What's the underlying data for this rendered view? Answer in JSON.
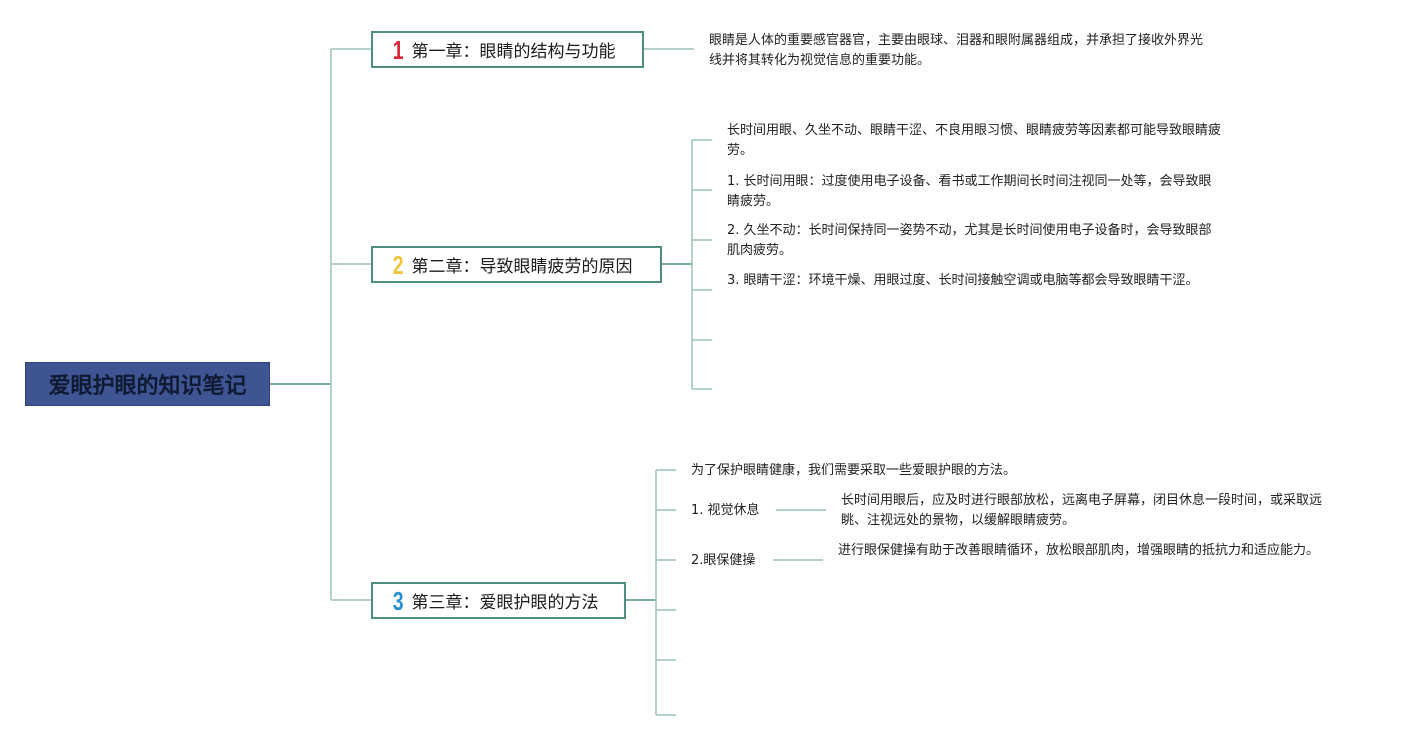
{
  "root": {
    "title": "爱眼护眼的知识笔记"
  },
  "chapters": [
    {
      "number": "1",
      "number_color": "#d62839",
      "title": "第一章：眼睛的结构与功能",
      "note": "眼睛是人体的重要感官器官，主要由眼球、泪器和眼附属器组成，并承担了接收外界光线并将其转化为视觉信息的重要功能。"
    },
    {
      "number": "2",
      "number_color": "#f2c53d",
      "title": "第二章：导致眼睛疲劳的原因",
      "items": [
        "长时间用眼、久坐不动、眼睛干涩、不良用眼习惯、眼睛疲劳等因素都可能导致眼睛疲劳。",
        "1. 长时间用眼：过度使用电子设备、看书或工作期间长时间注视同一处等，会导致眼睛疲劳。",
        "2. 久坐不动：长时间保持同一姿势不动，尤其是长时间使用电子设备时，会导致眼部肌肉疲劳。",
        "3. 眼睛干涩：环境干燥、用眼过度、长时间接触空调或电脑等都会导致眼睛干涩。"
      ]
    },
    {
      "number": "3",
      "number_color": "#2a8fd0",
      "title": "第三章：爱眼护眼的方法",
      "intro": "为了保护眼睛健康，我们需要采取一些爱眼护眼的方法。",
      "methods": [
        {
          "label": "1. 视觉休息",
          "detail": "长时间用眼后，应及时进行眼部放松，远离电子屏幕，闭目休息一段时间，或采取远眺、注视远处的景物，以缓解眼睛疲劳。"
        },
        {
          "label": "2.眼保健操",
          "detail": "进行眼保健操有助于改善眼睛循环，放松眼部肌肉，增强眼睛的抵抗力和适应能力。"
        }
      ]
    }
  ],
  "colors": {
    "line_main": "#4f8e80",
    "line_light": "#9cc3b8",
    "root_bg": "#3e5493"
  }
}
